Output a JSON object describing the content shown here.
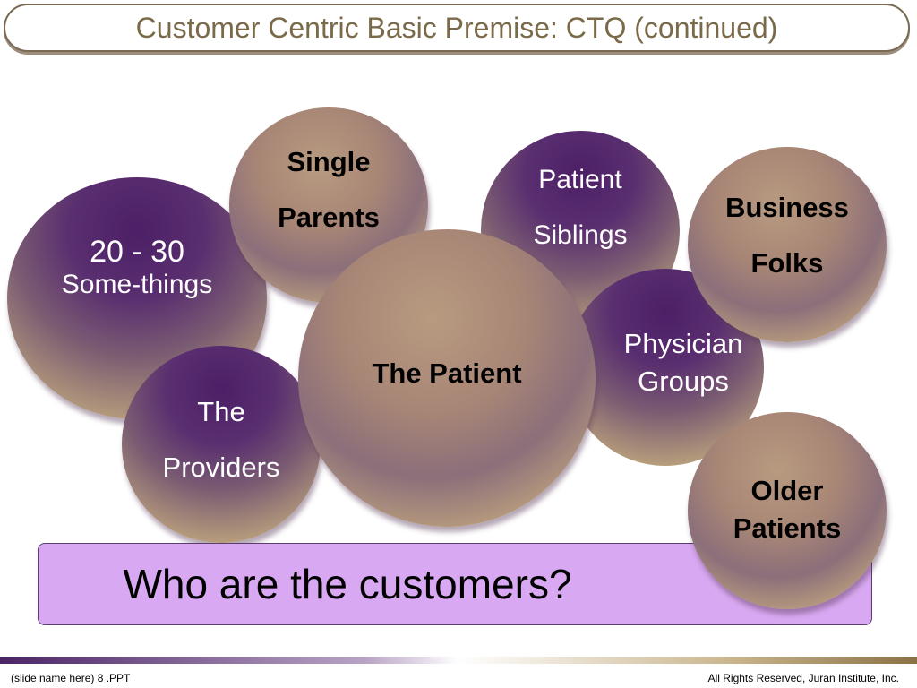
{
  "title": "Customer Centric Basic Premise: CTQ (continued)",
  "bubbles": {
    "twenty_thirty": {
      "line1": "20 - 30",
      "line2": "Some-things"
    },
    "single_parents": {
      "line1": "Single",
      "line2": "Parents"
    },
    "patient_siblings": {
      "line1": "Patient",
      "line2": "Siblings"
    },
    "business_folks": {
      "line1": "Business",
      "line2": "Folks"
    },
    "physician_groups": {
      "line1": "Physician",
      "line2": "Groups"
    },
    "the_patient": {
      "line1": "The Patient"
    },
    "the_providers": {
      "line1": "The",
      "line2": "Providers"
    },
    "older_patients": {
      "line1": "Older",
      "line2": "Patients"
    }
  },
  "question": "Who are the customers?",
  "footer": {
    "left": "(slide name here) 8 .PPT",
    "right": "All Rights Reserved, Juran Institute, Inc."
  },
  "colors": {
    "purple": "#4c1f66",
    "tan": "#c8ad82",
    "question_box": "#d9a8f2",
    "title_text": "#7a6a4a"
  }
}
